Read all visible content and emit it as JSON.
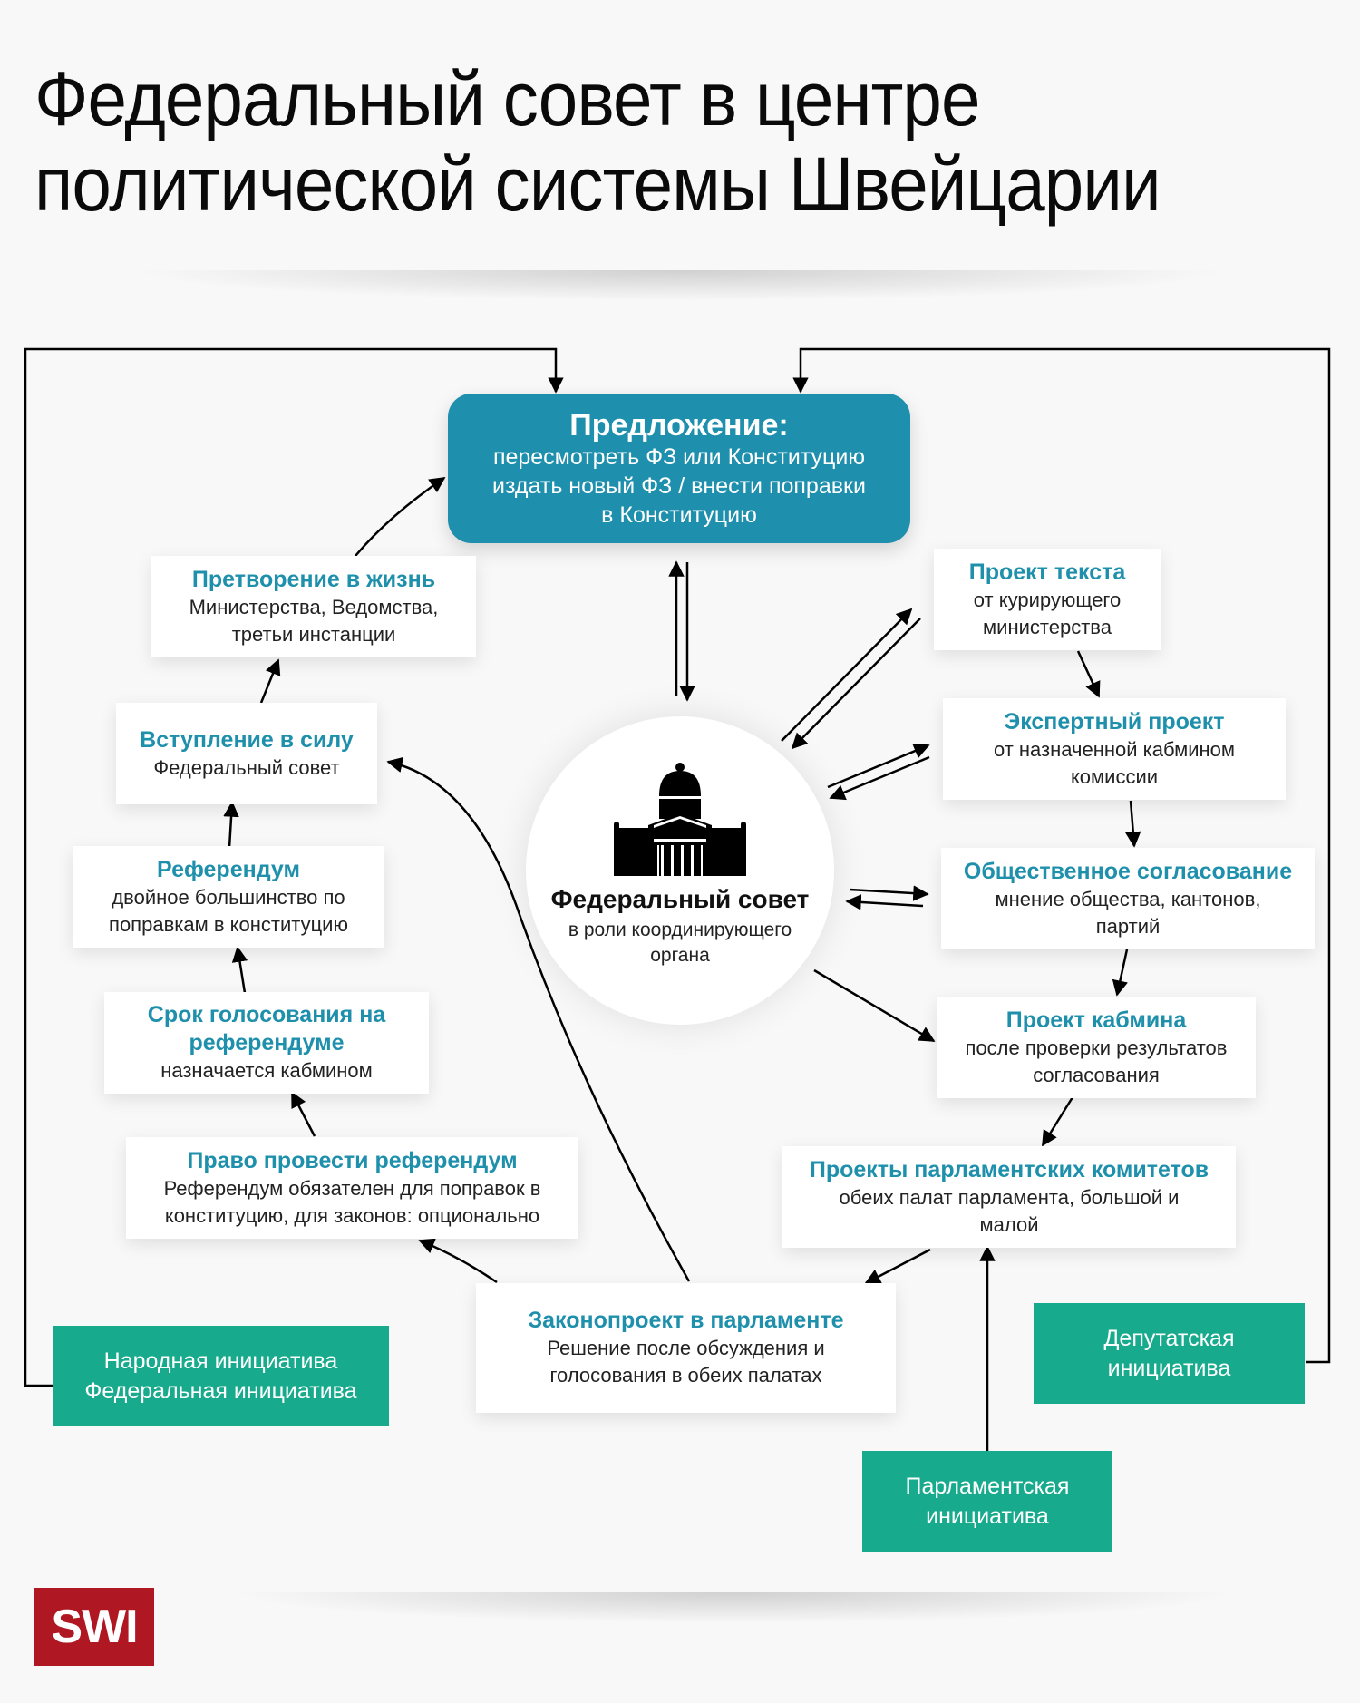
{
  "title": {
    "line1": "Федеральный совет в центре",
    "line2": "политической системы Швейцарии"
  },
  "proposal": {
    "heading": "Предложение:",
    "lines": [
      "пересмотреть ФЗ или Конституцию",
      "издать новый ФЗ / внести поправки",
      "в Конституцию"
    ]
  },
  "center": {
    "icon": "parliament-building-icon",
    "heading": "Федеральный совет",
    "text": "в роли координирующего органа"
  },
  "left_steps": [
    {
      "id": "implementation",
      "heading": "Претворение в жизнь",
      "text": "Министерства, Ведомства, третьи инстанции"
    },
    {
      "id": "entry-into-force",
      "heading": "Вступление в силу",
      "text": "Федеральный совет"
    },
    {
      "id": "referendum",
      "heading": "Референдум",
      "text": "двойное большинство по поправкам в конституцию"
    },
    {
      "id": "voting-date",
      "heading": "Срок голосования на референдуме",
      "text": "назначается кабмином"
    },
    {
      "id": "right-to-referendum",
      "heading": "Право провести референдум",
      "text": "Референдум обязателен для поправок в конституцию, для законов: опционально"
    }
  ],
  "right_steps": [
    {
      "id": "text-draft",
      "heading": "Проект текста",
      "text": "от курирующего министерства"
    },
    {
      "id": "expert-draft",
      "heading": "Экспертный проект",
      "text": "от назначенной кабмином комиссии"
    },
    {
      "id": "consultation",
      "heading": "Общественное согласование",
      "text": "мнение общества, кантонов, партий"
    },
    {
      "id": "cabinet-draft",
      "heading": "Проект кабмина",
      "text": "после проверки результатов согласования"
    },
    {
      "id": "committee-drafts",
      "heading": "Проекты парламентских комитетов",
      "text": "обеих палат парламента, большой и малой"
    }
  ],
  "bill": {
    "heading": "Законопроект в парламенте",
    "text": "Решение после обсуждения и голосования в обеих палатах"
  },
  "initiatives": {
    "popular": [
      "Народная инициатива",
      "Федеральная инициатива"
    ],
    "deputy": [
      "Депутатская",
      "инициатива"
    ],
    "parliamentary": [
      "Парламентская",
      "инициатива"
    ]
  },
  "logo": "SWI",
  "colors": {
    "accent": "#1e8fac",
    "initiative": "#18aa8c",
    "logo": "#af1723"
  }
}
